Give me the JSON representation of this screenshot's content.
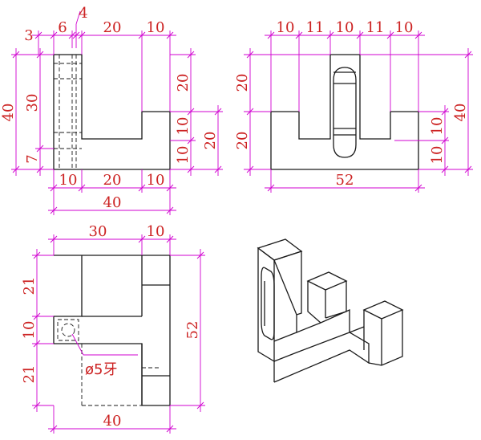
{
  "colors": {
    "outline": "#1a1a1a",
    "dimension_line": "#d000d0",
    "dimension_text": "#cc2222",
    "background": "#ffffff"
  },
  "front_view": {
    "top_dims": [
      "3",
      "6",
      "4",
      "20",
      "10"
    ],
    "left_dims": [
      "40",
      "30",
      "7"
    ],
    "right_dims": [
      "20",
      "10",
      "10",
      "20"
    ],
    "bottom_dims": [
      "10",
      "20",
      "10"
    ],
    "overall_width": "40"
  },
  "side_view": {
    "top_dims": [
      "10",
      "11",
      "10",
      "11",
      "10"
    ],
    "left_dims": [
      "20",
      "20"
    ],
    "right_dims": [
      "10",
      "10",
      "40"
    ],
    "overall_width": "52"
  },
  "top_view": {
    "top_dims": [
      "30",
      "10"
    ],
    "left_dims": [
      "21",
      "10",
      "21"
    ],
    "right_dims": [
      "52"
    ],
    "overall_width": "40",
    "hole_note": "ø5牙"
  }
}
